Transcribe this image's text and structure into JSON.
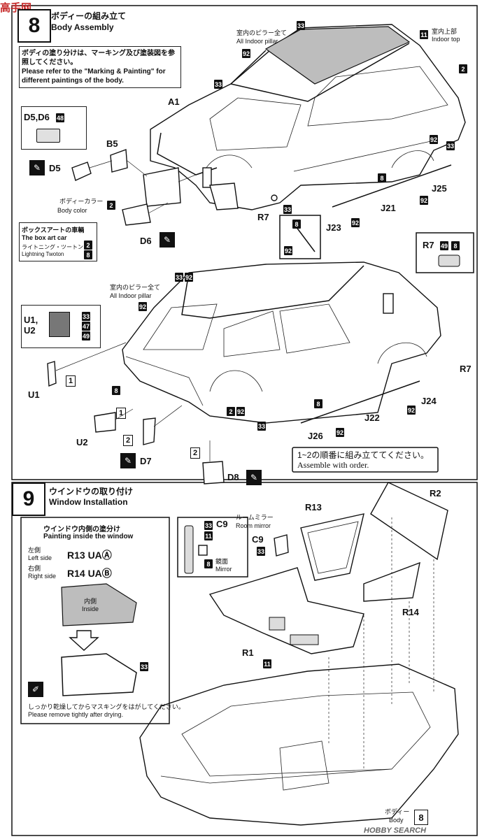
{
  "header": {
    "logo": "高手网",
    "logo_sub": "...",
    "watermark": "HOBBY SEARCH"
  },
  "step8": {
    "number": "8",
    "title_jp": "ボディーの組み立て",
    "title_en": "Body Assembly",
    "note_jp": "ボディの塗り分けは、マーキング及び塗装図を参照してください。",
    "note_en": "Please refer to the \"Marking & Painting\" for different paintings of the body.",
    "indoor_pillar_jp": "室内のピラー全て",
    "indoor_pillar_en": "All Indoor pillar",
    "indoor_top_jp": "室内上部",
    "indoor_top_en": "Indoor top",
    "body_color_jp": "ボディーカラー",
    "body_color_en": "Body color",
    "box_art_jp": "ボックスアートの車輌",
    "box_art_en": "The box art car",
    "lightning_jp": "ライトニング・ツートン",
    "lightning_en": "Lightning Twoton",
    "assemble_jp": "1~2の順番に組み立ててください。",
    "assemble_en": "Assemble with order.",
    "parts": {
      "A1": "A1",
      "B5": "B5",
      "D5D6": "D5,D6",
      "D5": "D5",
      "D6": "D6",
      "D7": "D7",
      "D8": "D8",
      "R7": "R7",
      "J21": "J21",
      "J22": "J22",
      "J23": "J23",
      "J24": "J24",
      "J25": "J25",
      "J26": "J26",
      "U1U2": "U1,\nU2",
      "U1": "U1",
      "U2": "U2"
    },
    "order": {
      "one": "1",
      "two": "2"
    }
  },
  "step9": {
    "number": "9",
    "title_jp": "ウインドウの取り付け",
    "title_en": "Window Installation",
    "inside_title_jp": "ウインドウ内側の塗分け",
    "inside_title_en": "Painting inside the window",
    "left_jp": "左側",
    "left_en": "Left side",
    "left_part": "R13 UAⒶ",
    "right_jp": "右側",
    "right_en": "Right side",
    "right_part": "R14 UAⒷ",
    "inside_jp": "内側",
    "inside_en": "Inside",
    "mask_jp": "しっかり乾燥してからマスキングをはがしてください。",
    "mask_en": "Please remove tightly after drying.",
    "room_mirror_jp": "ルームミラー",
    "room_mirror_en": "Room mirror",
    "mirror_face_jp": "鏡面",
    "mirror_face_en": "Mirror",
    "body_jp": "ボディー",
    "body_en": "Body",
    "parts": {
      "C9": "C9",
      "R1": "R1",
      "R2": "R2",
      "R13": "R13",
      "R14": "R14"
    }
  },
  "colors": {
    "c2": "2",
    "c8": "8",
    "c11": "11",
    "c33": "33",
    "c47": "47",
    "c48": "48",
    "c49": "49",
    "c92": "92"
  }
}
